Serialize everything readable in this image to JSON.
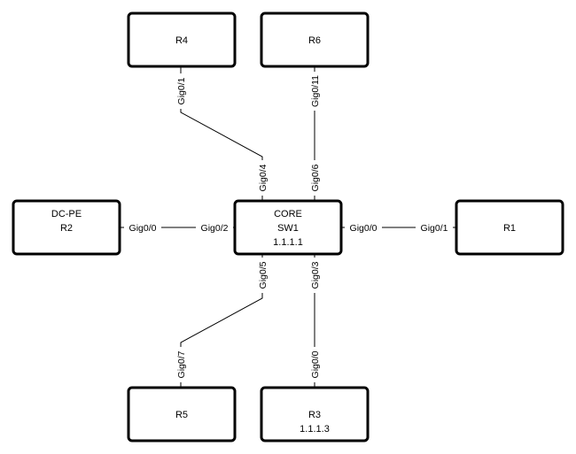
{
  "nodes": [
    {
      "id": "r4",
      "lines": [
        "R4"
      ]
    },
    {
      "id": "r6",
      "lines": [
        "R6"
      ]
    },
    {
      "id": "r2",
      "lines": [
        "DC-PE",
        "R2"
      ]
    },
    {
      "id": "sw1",
      "lines": [
        "CORE",
        "SW1",
        "1.1.1.1"
      ]
    },
    {
      "id": "r1",
      "lines": [
        "R1"
      ]
    },
    {
      "id": "r5",
      "lines": [
        "R5"
      ]
    },
    {
      "id": "r3",
      "lines": [
        "R3",
        "1.1.1.3"
      ]
    }
  ],
  "links": [
    {
      "id": "r4-sw1",
      "from": "r4",
      "from_port": "Gig0/1",
      "to": "sw1",
      "to_port": "Gig0/4"
    },
    {
      "id": "r6-sw1",
      "from": "r6",
      "from_port": "Gig0/11",
      "to": "sw1",
      "to_port": "Gig0/6"
    },
    {
      "id": "r2-sw1",
      "from": "r2",
      "from_port": "Gig0/0",
      "to": "sw1",
      "to_port": "Gig0/2"
    },
    {
      "id": "sw1-r1",
      "from": "sw1",
      "from_port": "Gig0/0",
      "to": "r1",
      "to_port": "Gig0/1"
    },
    {
      "id": "sw1-r5",
      "from": "sw1",
      "from_port": "Gig0/5",
      "to": "r5",
      "to_port": "Gig0/7"
    },
    {
      "id": "sw1-r3",
      "from": "sw1",
      "from_port": "Gig0/3",
      "to": "r3",
      "to_port": "Gig0/0"
    }
  ]
}
